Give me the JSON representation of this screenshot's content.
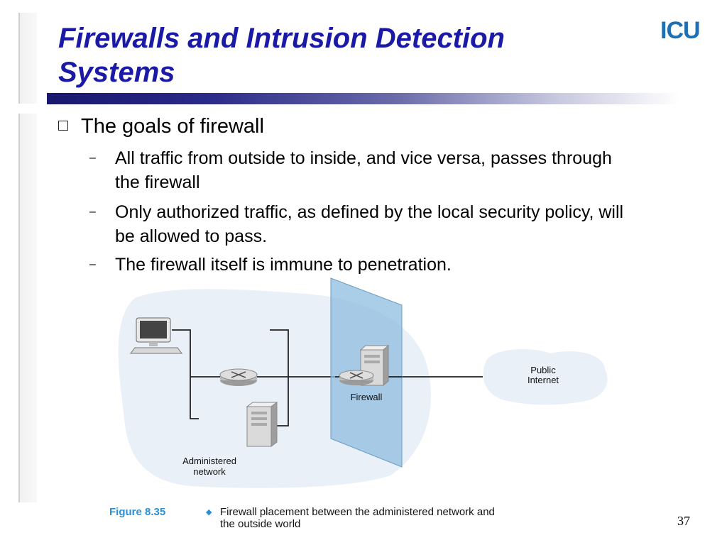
{
  "slide": {
    "title_line1": "Firewalls and Intrusion Detection",
    "title_line2": "Systems",
    "logo_text": "ICU",
    "page_number": "37"
  },
  "content": {
    "heading": "The goals of firewall",
    "bullets": [
      {
        "line1": "All traffic from outside to inside, and vice versa, passes through",
        "line2": "the firewall"
      },
      {
        "line1": "Only authorized traffic, as defined by the local security policy, will",
        "line2": "be allowed to pass."
      },
      {
        "line1": "The firewall itself is immune to penetration.",
        "line2": ""
      }
    ],
    "dash_glyph": "–"
  },
  "figure": {
    "label_administered": [
      "Administered",
      "network"
    ],
    "label_firewall": "Firewall",
    "label_internet": [
      "Public",
      "Internet"
    ],
    "caption_number": "Figure 8.35",
    "caption_bullet": "◆",
    "caption_line1": "Firewall placement between the administered network and",
    "caption_line2": "the outside world"
  },
  "colors": {
    "title": "#1a1aa6",
    "logo": "#1e6fb3",
    "network_cloud": "#e9f0f8",
    "firewall_panel": "#8fbde0",
    "caption_number": "#2a8fd6"
  },
  "icons": [
    "desktop-computer-icon",
    "router-icon",
    "server-icon",
    "firewall-router-icon"
  ]
}
